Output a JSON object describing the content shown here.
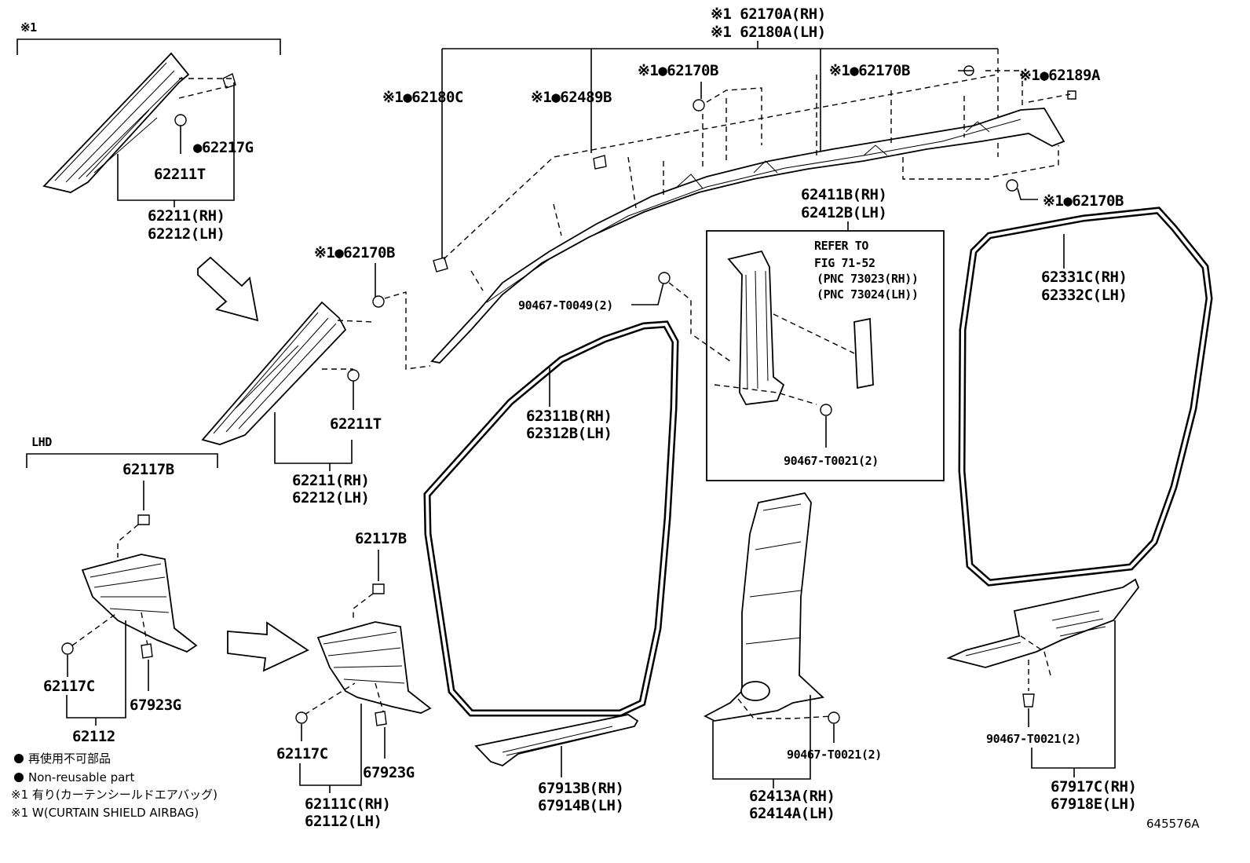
{
  "drawing_code": "645576A",
  "group_labels": {
    "with_airbag_mark": "※1",
    "lhd": "LHD"
  },
  "legend": {
    "non_reusable_jp": "再使用不可部品",
    "non_reusable_en": "Non-reusable part",
    "airbag_jp": "※1 有り(カーテンシールドエアバッグ)",
    "airbag_en": "※1 W(CURTAIN SHIELD AIRBAG)"
  },
  "refer_box": {
    "line1": "REFER TO",
    "line2": "FIG 71-52",
    "line3": "(PNC 73023(RH))",
    "line4": "(PNC 73024(LH))"
  },
  "labels": {
    "p62170A_rh": "※1 62170A(RH)",
    "p62180A_lh": "※1 62180A(LH)",
    "p62180C": "※1●62180C",
    "p62489B": "※1●62489B",
    "p62170B_top": "※1●62170B",
    "p62170B_top2": "※1●62170B",
    "p62189A": "※1●62189A",
    "p62170B_right": "※1●62170B",
    "p62170B_mid": "※1●62170B",
    "p62217G": "●62217G",
    "p62211T_top": "62211T",
    "p62211_rh_top": "62211(RH)",
    "p62212_lh_top": "62212(LH)",
    "p62211T_mid": "62211T",
    "p62211_rh_mid": "62211(RH)",
    "p62212_lh_mid": "62212(LH)",
    "p62411B_rh": "62411B(RH)",
    "p62412B_lh": "62412B(LH)",
    "p62331C_rh": "62331C(RH)",
    "p62332C_lh": "62332C(LH)",
    "p90467_T0049": "90467-T0049(2)",
    "p62311B_rh": "62311B(RH)",
    "p62312B_lh": "62312B(LH)",
    "p90467_T0021_box": "90467-T0021(2)",
    "p62117B_left": "62117B",
    "p62117B_mid": "62117B",
    "p62117C_left": "62117C",
    "p67923G_left": "67923G",
    "p62112_left": "62112",
    "p62117C_mid": "62117C",
    "p67923G_mid": "67923G",
    "p62111C_rh": "62111C(RH)",
    "p62112_lh": "62112(LH)",
    "p67913B_rh": "67913B(RH)",
    "p67914B_lh": "67914B(LH)",
    "p90467_T0021_pillar": "90467-T0021(2)",
    "p62413A_rh": "62413A(RH)",
    "p62414A_lh": "62414A(LH)",
    "p90467_T0021_scuff": "90467-T0021(2)",
    "p67917C_rh": "67917C(RH)",
    "p67918E_lh": "67918E(LH)"
  }
}
